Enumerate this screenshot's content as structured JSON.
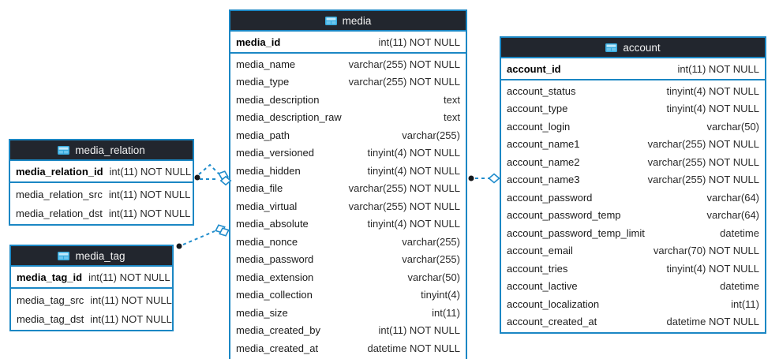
{
  "diagram": {
    "accent_color": "#1b87c4",
    "header_bg": "#22262e",
    "header_text_color": "#f2f2f2",
    "connector_color": "#1f8ccc",
    "tables": [
      {
        "title": "media",
        "icon": "table-icon",
        "pk": {
          "name": "media_id",
          "type": "int(11) NOT NULL"
        },
        "columns": [
          {
            "name": "media_name",
            "type": "varchar(255) NOT NULL"
          },
          {
            "name": "media_type",
            "type": "varchar(255) NOT NULL"
          },
          {
            "name": "media_description",
            "type": "text"
          },
          {
            "name": "media_description_raw",
            "type": "text"
          },
          {
            "name": "media_path",
            "type": "varchar(255)"
          },
          {
            "name": "media_versioned",
            "type": "tinyint(4) NOT NULL"
          },
          {
            "name": "media_hidden",
            "type": "tinyint(4) NOT NULL"
          },
          {
            "name": "media_file",
            "type": "varchar(255) NOT NULL"
          },
          {
            "name": "media_virtual",
            "type": "varchar(255) NOT NULL"
          },
          {
            "name": "media_absolute",
            "type": "tinyint(4) NOT NULL"
          },
          {
            "name": "media_nonce",
            "type": "varchar(255)"
          },
          {
            "name": "media_password",
            "type": "varchar(255)"
          },
          {
            "name": "media_extension",
            "type": "varchar(50)"
          },
          {
            "name": "media_collection",
            "type": "tinyint(4)"
          },
          {
            "name": "media_size",
            "type": "int(11)"
          },
          {
            "name": "media_created_by",
            "type": "int(11) NOT NULL"
          },
          {
            "name": "media_created_at",
            "type": "datetime NOT NULL"
          }
        ]
      },
      {
        "title": "media_relation",
        "icon": "table-icon",
        "pk": {
          "name": "media_relation_id",
          "type": "int(11) NOT NULL"
        },
        "columns": [
          {
            "name": "media_relation_src",
            "type": "int(11) NOT NULL"
          },
          {
            "name": "media_relation_dst",
            "type": "int(11) NOT NULL"
          }
        ]
      },
      {
        "title": "media_tag",
        "icon": "table-icon",
        "pk": {
          "name": "media_tag_id",
          "type": "int(11) NOT NULL"
        },
        "columns": [
          {
            "name": "media_tag_src",
            "type": "int(11) NOT NULL"
          },
          {
            "name": "media_tag_dst",
            "type": "int(11) NOT NULL"
          }
        ]
      },
      {
        "title": "account",
        "icon": "table-icon",
        "pk": {
          "name": "account_id",
          "type": "int(11) NOT NULL"
        },
        "columns": [
          {
            "name": "account_status",
            "type": "tinyint(4) NOT NULL"
          },
          {
            "name": "account_type",
            "type": "tinyint(4) NOT NULL"
          },
          {
            "name": "account_login",
            "type": "varchar(50)"
          },
          {
            "name": "account_name1",
            "type": "varchar(255) NOT NULL"
          },
          {
            "name": "account_name2",
            "type": "varchar(255) NOT NULL"
          },
          {
            "name": "account_name3",
            "type": "varchar(255) NOT NULL"
          },
          {
            "name": "account_password",
            "type": "varchar(64)"
          },
          {
            "name": "account_password_temp",
            "type": "varchar(64)"
          },
          {
            "name": "account_password_temp_limit",
            "type": "datetime"
          },
          {
            "name": "account_email",
            "type": "varchar(70) NOT NULL"
          },
          {
            "name": "account_tries",
            "type": "tinyint(4) NOT NULL"
          },
          {
            "name": "account_lactive",
            "type": "datetime"
          },
          {
            "name": "account_localization",
            "type": "int(11)"
          },
          {
            "name": "account_created_at",
            "type": "datetime NOT NULL"
          }
        ]
      }
    ],
    "relationships": [
      {
        "from": "media_relation",
        "to": "media"
      },
      {
        "from": "media_relation",
        "to": "media"
      },
      {
        "from": "media_tag",
        "to": "media"
      },
      {
        "from": "media",
        "to": "account"
      }
    ]
  }
}
